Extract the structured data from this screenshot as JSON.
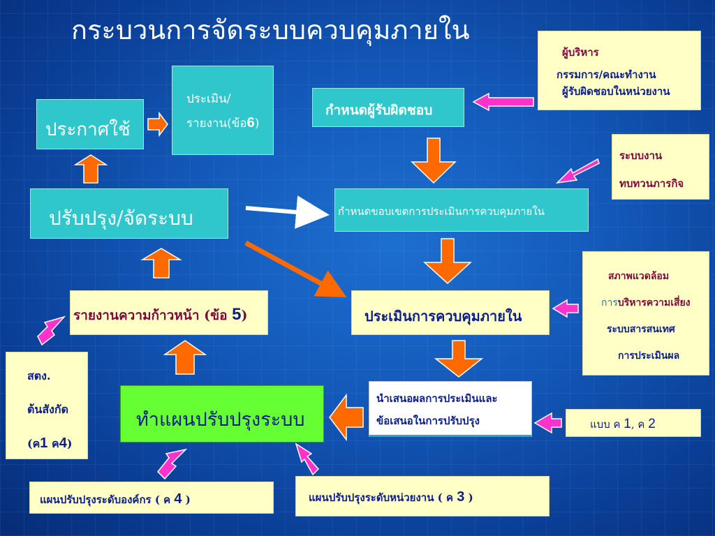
{
  "title": "กระบวนการจัดระบบควบคุมภายใน",
  "boxes": {
    "announce": "ประกาศใช้",
    "evaluate_report": [
      "ประเมิน/",
      "รายงาน(ข้อ",
      "6",
      ")"
    ],
    "assign": "กำหนดผู้รับผิดชอบ",
    "executives": [
      "ผู้บริหาร",
      "กรรมการ/คณะทำงาน",
      "ผู้รับผิดชอบในหน่วยงาน"
    ],
    "system_review": [
      "ระบบงาน",
      "ทบทวนภารกิจ"
    ],
    "improve": "ปรับปรุง/จัดระบบ",
    "scope": "กำหนดขอบเขตการประเมินการควบคุมภายใน",
    "environment": [
      "สภาพแวดล้อม",
      "การ",
      "บริหารความเสี่ยง",
      "ระบบสารสนเทศ",
      "การประเมินผล"
    ],
    "progress": [
      "รายงานความก้าวหน้า (ข้อ ",
      "5",
      ")"
    ],
    "assess": "ประเมินการควบคุมภายใน",
    "units": [
      "สตง.",
      "ต้นสังกัด",
      "(ค",
      "1",
      " ค",
      "4",
      ")"
    ],
    "plan": "ทำแผนปรับปรุงระบบ",
    "propose": [
      "นำเสนอผลการประเมินและ",
      "ข้อเสนอในการปรับปรุง"
    ],
    "forms": [
      "แบบ ค ",
      "1",
      ", ค ",
      "2"
    ],
    "org_plan": [
      "แผนปรับปรุงระดับองค์กร  ( ค ",
      "4",
      " )"
    ],
    "unit_plan": [
      "แผนปรับปรุงระดับหน่วยงาน  ( ค ",
      "3",
      " )"
    ]
  },
  "colors": {
    "teal": "#2fc7cc",
    "yellow": "#ffffc6",
    "green": "#66ff33",
    "orange_arrow": "#ff6a00",
    "magenta_arrow": "#ff33cc",
    "text_dark_blue": "#0b1d8a",
    "text_maroon": "#7a0a3c"
  }
}
